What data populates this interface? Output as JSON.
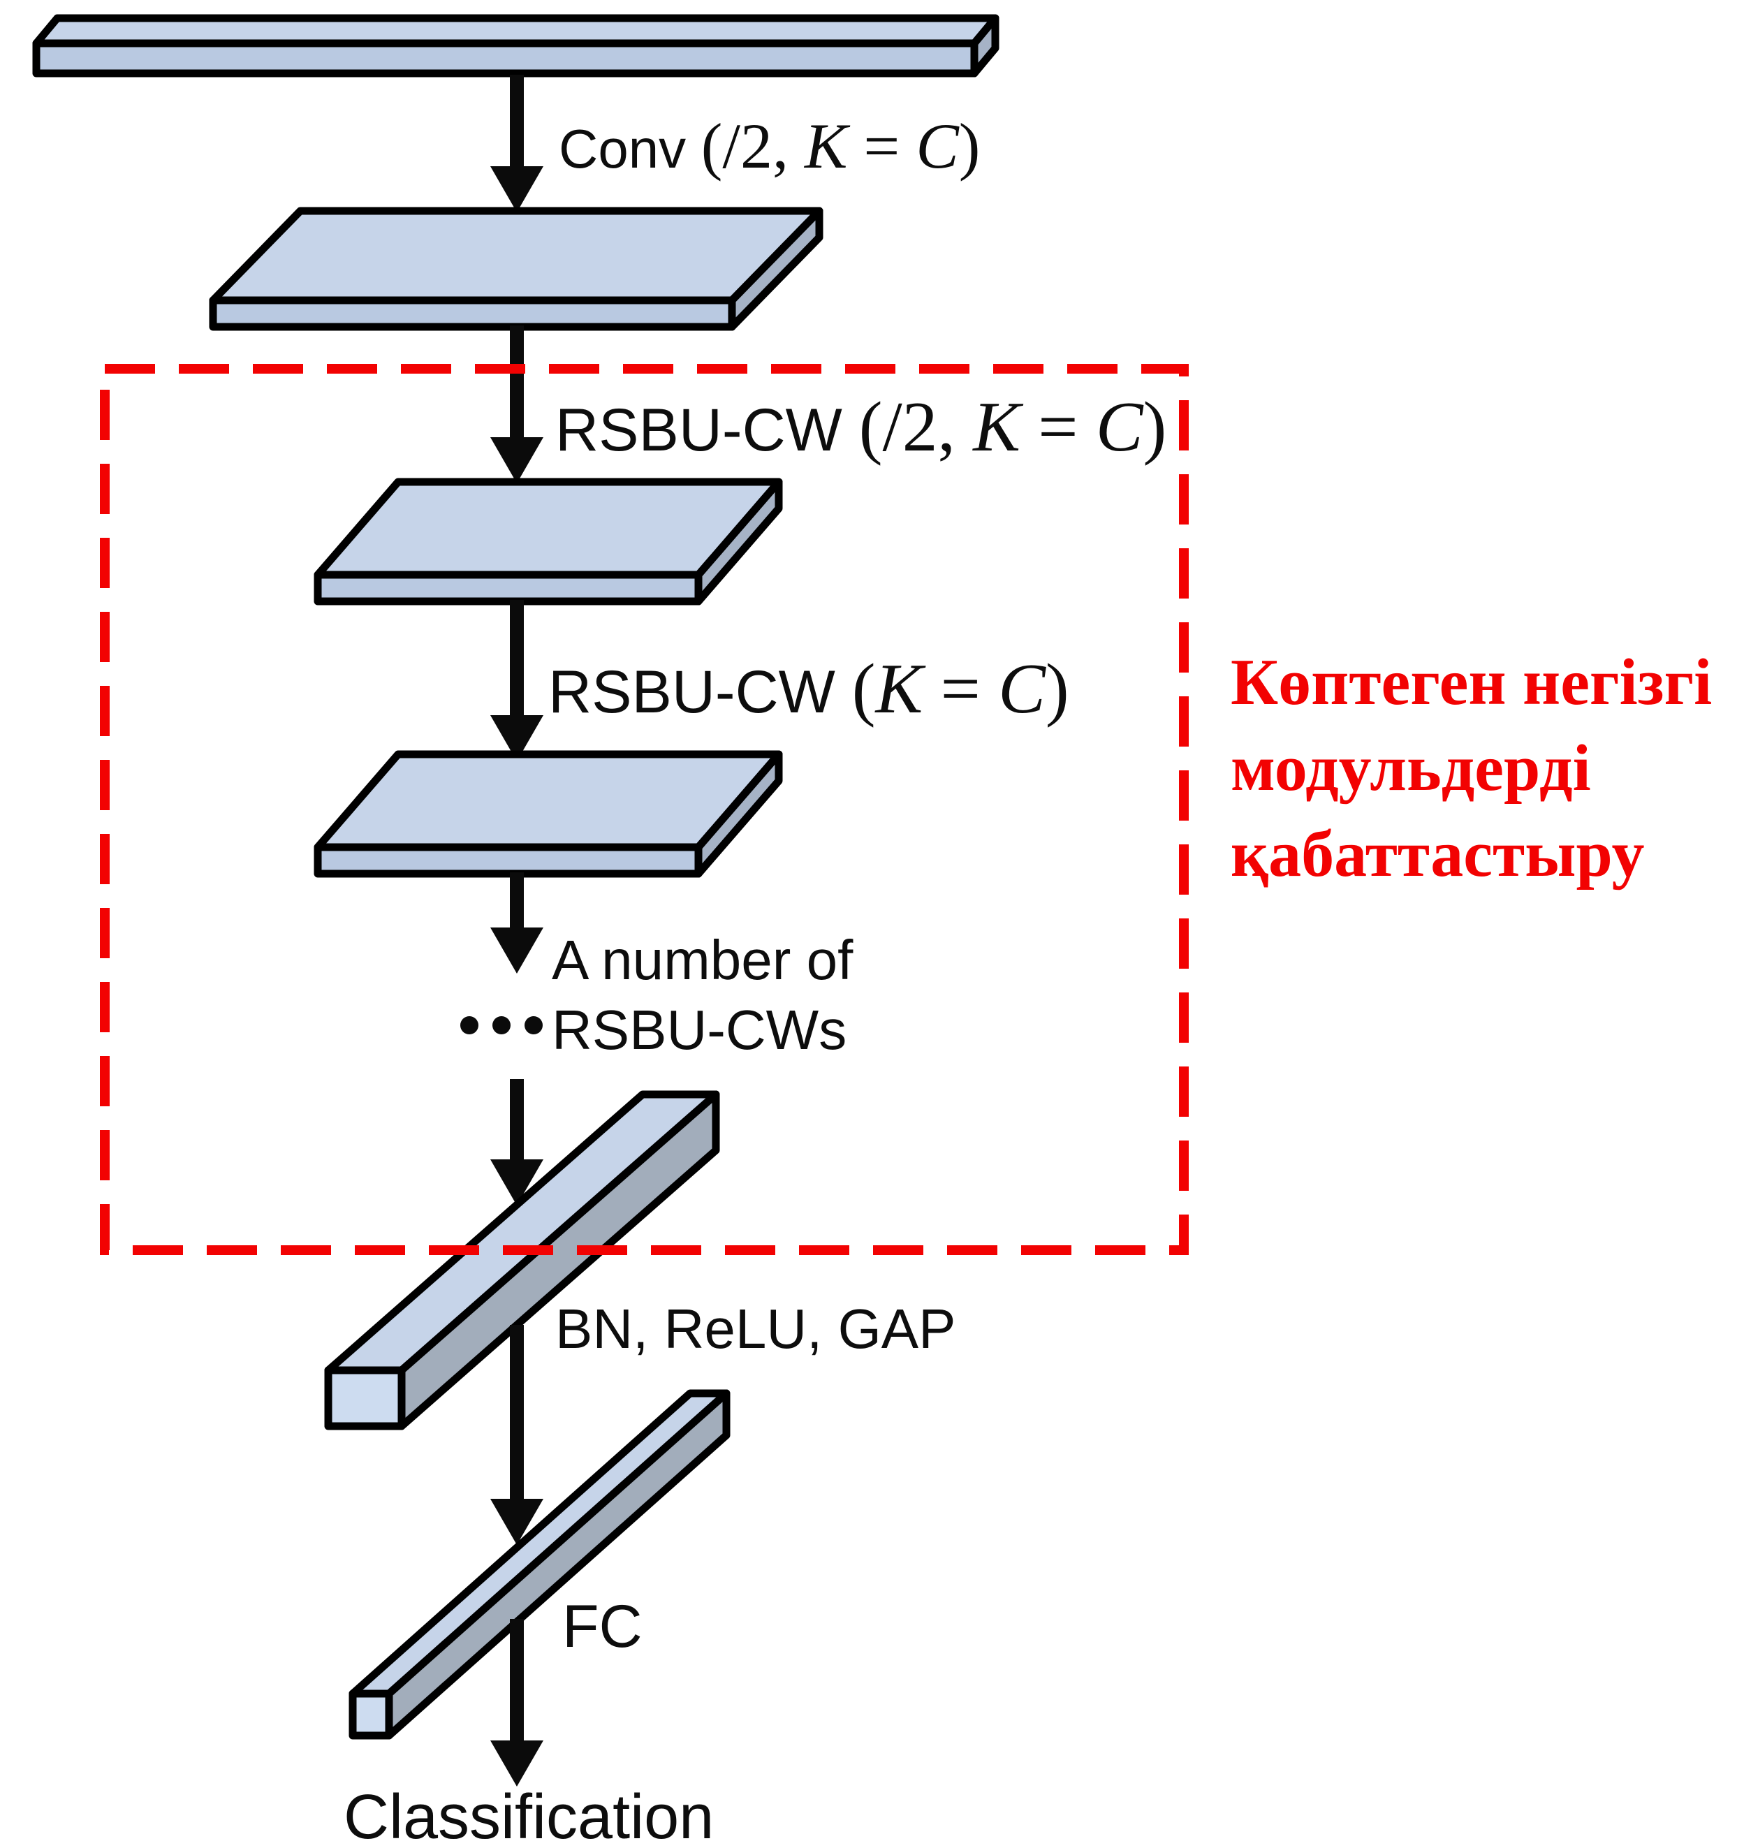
{
  "colors": {
    "red": "#f20202",
    "ink": "#0b0b0b",
    "face_top": "#c6d4e9",
    "face_front": "#b9c9e1",
    "face_side": "#a6b3c6",
    "bar_side": "#a2adbb",
    "cap": "#cddcf0",
    "background": "#ffffff"
  },
  "labels": {
    "conv": {
      "name": "Conv ",
      "args_open": "(/2, ",
      "k": "K",
      "eq": " = ",
      "c": "C",
      "close": ")"
    },
    "rsbu_downsample": {
      "name": "RSBU-CW ",
      "args_open": "(/2, ",
      "k": "K",
      "eq": " = ",
      "c": "C",
      "close": ")"
    },
    "rsbu": {
      "name": "RSBU-CW ",
      "args_open": "(",
      "k": "K",
      "eq": " = ",
      "c": "C",
      "close": ")"
    },
    "stack_line1": "A number of",
    "stack_line2": "RSBU-CWs",
    "bn_relu_gap": "BN, ReLU, GAP",
    "fc": "FC",
    "classification": "Classification"
  },
  "note": {
    "lines": [
      "Көптеген негізгі",
      "модульдерді",
      "қабаттастыру"
    ]
  }
}
